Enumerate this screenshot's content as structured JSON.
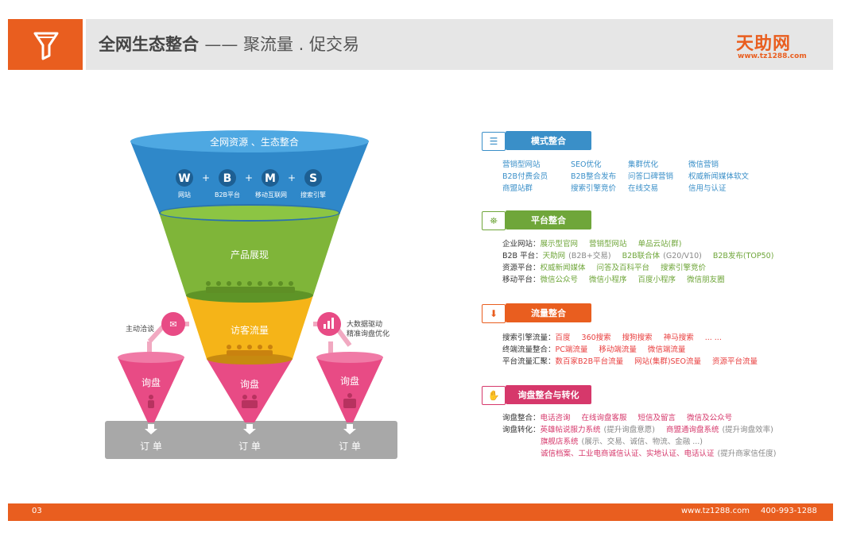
{
  "header": {
    "title": "全网生态整合",
    "subtitle": "—— 聚流量 . 促交易",
    "brand_name": "天助网",
    "brand_url": "www.tz1288.com",
    "icon": "funnel-icon"
  },
  "funnel": {
    "top_label": "全网资源 、生态整合",
    "channels": [
      {
        "letter": "W",
        "label": "网站"
      },
      {
        "letter": "B",
        "label": "B2B平台"
      },
      {
        "letter": "M",
        "label": "移动互联网"
      },
      {
        "letter": "S",
        "label": "搜索引擎"
      }
    ],
    "mid_label": "产品展现",
    "low_label": "访客流量",
    "left_note": "主动洽谈",
    "right_note_1": "大数据驱动",
    "right_note_2": "精准询盘优化",
    "inquiry_labels": [
      "询盘",
      "询盘",
      "询盘"
    ],
    "order_labels": [
      "订 单",
      "订 单",
      "订 单"
    ]
  },
  "sections": [
    {
      "title": "模式整合",
      "color": "#3a8fc8",
      "rows": [
        {
          "items": [
            "营销型网站",
            "SEO优化",
            "集群优化",
            "微信营销"
          ]
        },
        {
          "items": [
            "B2B付费会员",
            "B2B整合发布",
            "问答口碑营销",
            "权威新闻媒体软文"
          ]
        },
        {
          "items": [
            "商盟站群",
            "搜索引擎竞价",
            "在线交易",
            "信用与认证"
          ]
        }
      ]
    },
    {
      "title": "平台整合",
      "color": "#6fa63a",
      "rows": [
        {
          "label": "企业网站：",
          "items": [
            "展示型官网",
            "营销型网站",
            "单品云站(群)"
          ]
        },
        {
          "label": "B2B 平台：",
          "items": [
            "天助网",
            "(B2B+交易)",
            "B2B联合体",
            "(G20/V10)",
            "B2B发布(TOP50)"
          ]
        },
        {
          "label": "资源平台：",
          "items": [
            "权威新闻媒体",
            "问答及百科平台",
            "搜索引擎竞价"
          ]
        },
        {
          "label": "移动平台：",
          "items": [
            "微信公众号",
            "微信小程序",
            "百度小程序",
            "微信朋友圈"
          ]
        }
      ]
    },
    {
      "title": "流量整合",
      "color": "#e95e1f",
      "rows": [
        {
          "label": "搜索引擎流量：",
          "items": [
            "百度",
            "360搜索",
            "搜狗搜索",
            "神马搜索",
            "... ..."
          ]
        },
        {
          "label": "终端流量整合：",
          "items": [
            "PC端流量",
            "移动端流量",
            "微信端流量"
          ]
        },
        {
          "label": "平台流量汇聚：",
          "items": [
            "数百家B2B平台流量",
            "网站(集群)SEO流量",
            "资源平台流量"
          ]
        }
      ]
    },
    {
      "title": "询盘整合与转化",
      "color": "#d6386b",
      "rows": [
        {
          "label": "询盘整合：",
          "items": [
            "电话咨询",
            "在线询盘客服",
            "短信及留言",
            "微信及公众号"
          ]
        },
        {
          "label": "询盘转化：",
          "items": [
            "英雄帖说服力系统",
            "(提升询盘意愿)",
            "商盟通询盘系统",
            "(提升询盘效率)"
          ]
        },
        {
          "items": [
            "旗舰店系统",
            "(展示、交易、诚信、物流、金融 ...)"
          ]
        },
        {
          "items": [
            "诚信档案、工业电商诚信认证、实地认证、电话认证",
            "(提升商家信任度)"
          ]
        }
      ]
    }
  ],
  "footer": {
    "page": "03",
    "url": "www.tz1288.com",
    "phone": "400-993-1288"
  }
}
